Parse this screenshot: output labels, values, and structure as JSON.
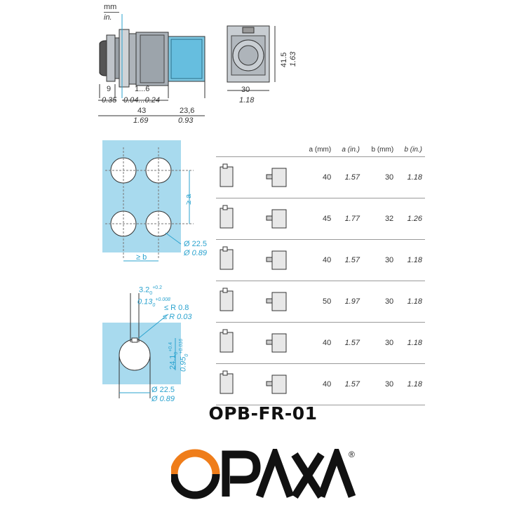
{
  "units": {
    "mm": "mm",
    "in": "in."
  },
  "top_view": {
    "dim_9": "9",
    "dim_035": "0.35",
    "dim_1_6": "1...6",
    "dim_004_024": "0.04...0.24",
    "dim_43": "43",
    "dim_169": "1.69",
    "dim_236": "23,6",
    "dim_093": "0.93"
  },
  "front_view": {
    "dim_415": "41.5",
    "dim_163": "1.63",
    "dim_30": "30",
    "dim_118": "1.18"
  },
  "mounting": {
    "ge_a": "≥ a",
    "ge_b": "≥ b",
    "dia_mm": "Ø 22.5",
    "dia_in": "Ø 0.89"
  },
  "cutout": {
    "d1_mm": "3.2",
    "d1_sub": "0",
    "d1_sup": "+0.2",
    "d1_in": "0.13",
    "d1_in_sub": "0",
    "d1_in_sup": "+0.008",
    "r_mm": "≤ R 0.8",
    "r_in": "≤ R 0.03",
    "h_mm": "24.1",
    "h_sub": "0",
    "h_sup": "+0.4",
    "h_in": "0.95",
    "h_in_sub": "0",
    "h_in_sup": "+0.016",
    "dia_mm": "Ø 22.5",
    "dia_in": "Ø 0.89"
  },
  "table": {
    "headers": [
      "a (mm)",
      "a (in.)",
      "b (mm)",
      "b (in.)"
    ],
    "rows": [
      [
        "40",
        "1.57",
        "30",
        "1.18"
      ],
      [
        "45",
        "1.77",
        "32",
        "1.26"
      ],
      [
        "40",
        "1.57",
        "30",
        "1.18"
      ],
      [
        "50",
        "1.97",
        "30",
        "1.18"
      ],
      [
        "40",
        "1.57",
        "30",
        "1.18"
      ],
      [
        "40",
        "1.57",
        "30",
        "1.18"
      ]
    ]
  },
  "product_code": "OPB-FR-01",
  "brand": {
    "name": "OPAXA",
    "registered": "®",
    "accent": "#ef7d1a",
    "dark": "#111111"
  }
}
